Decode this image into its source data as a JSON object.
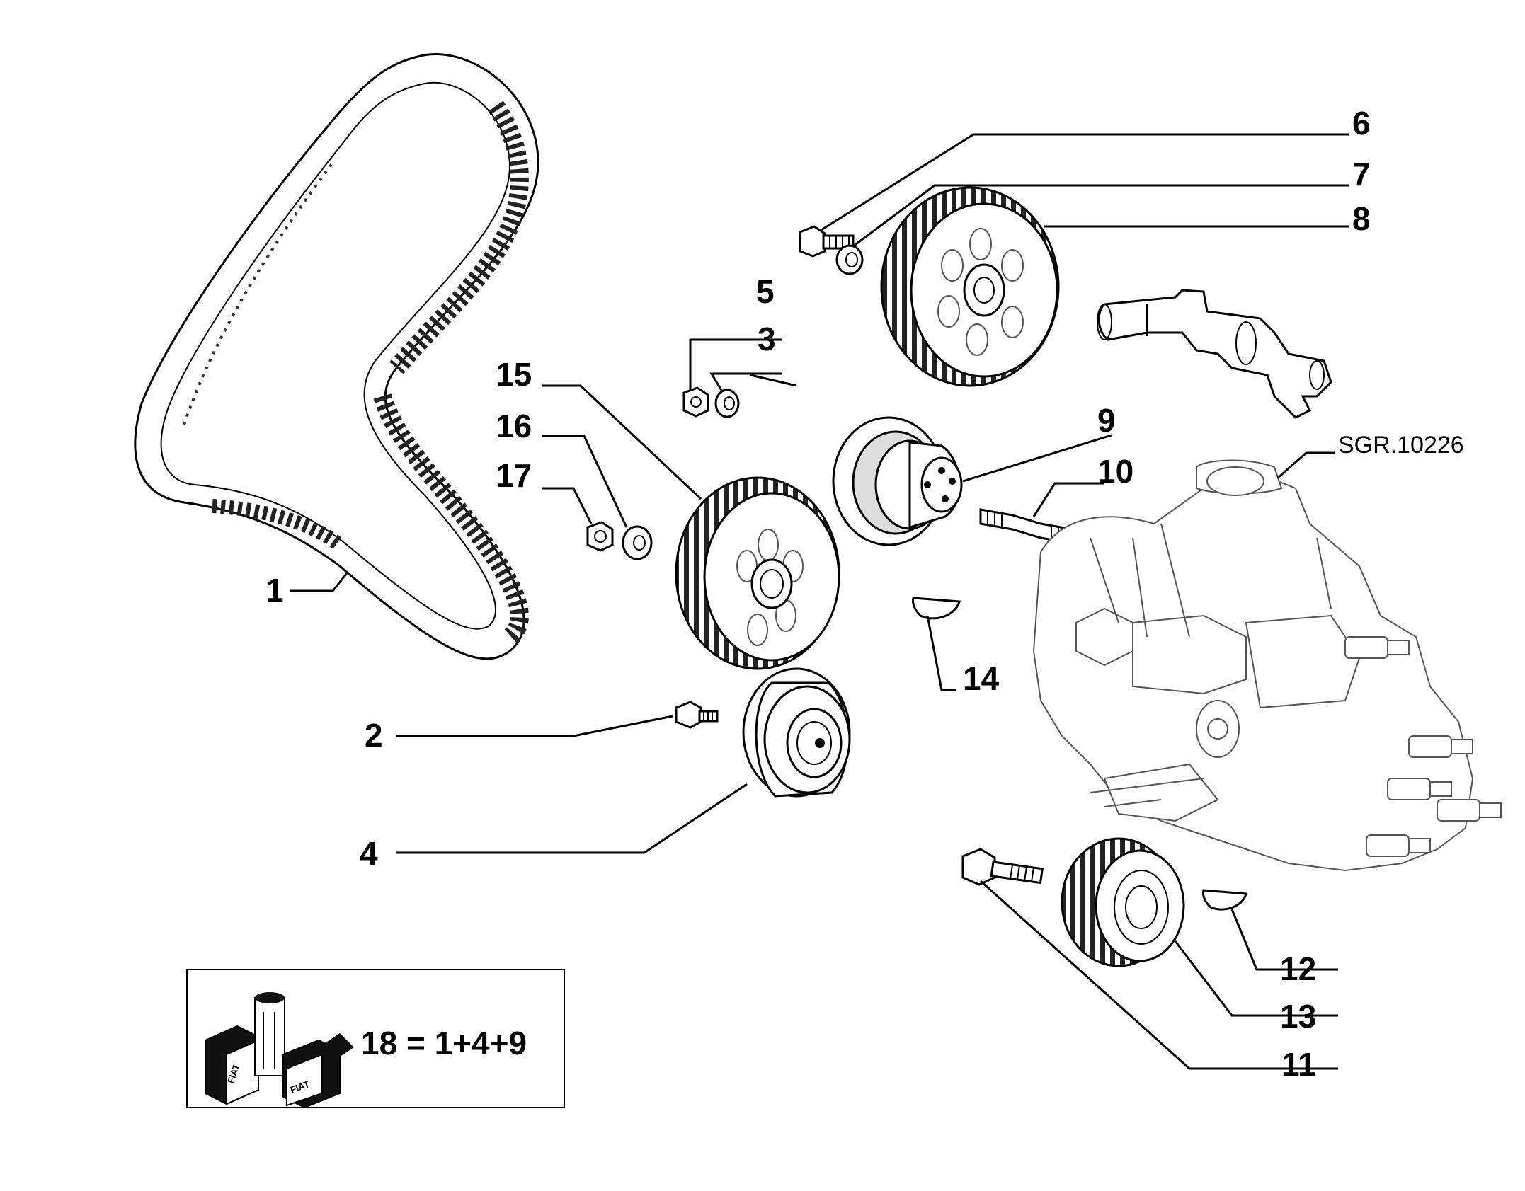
{
  "diagram_code": "SGR.10226",
  "callouts": [
    {
      "id": "1",
      "label": "1"
    },
    {
      "id": "2",
      "label": "2"
    },
    {
      "id": "3",
      "label": "3"
    },
    {
      "id": "4",
      "label": "4"
    },
    {
      "id": "5",
      "label": "5"
    },
    {
      "id": "6",
      "label": "6"
    },
    {
      "id": "7",
      "label": "7"
    },
    {
      "id": "8",
      "label": "8"
    },
    {
      "id": "9",
      "label": "9"
    },
    {
      "id": "10",
      "label": "10"
    },
    {
      "id": "11",
      "label": "11"
    },
    {
      "id": "12",
      "label": "12"
    },
    {
      "id": "13",
      "label": "13"
    },
    {
      "id": "14",
      "label": "14"
    },
    {
      "id": "15",
      "label": "15"
    },
    {
      "id": "16",
      "label": "16"
    },
    {
      "id": "17",
      "label": "17"
    }
  ],
  "kit": {
    "formula": "18 = 1+4+9",
    "brand": "FIAT"
  }
}
